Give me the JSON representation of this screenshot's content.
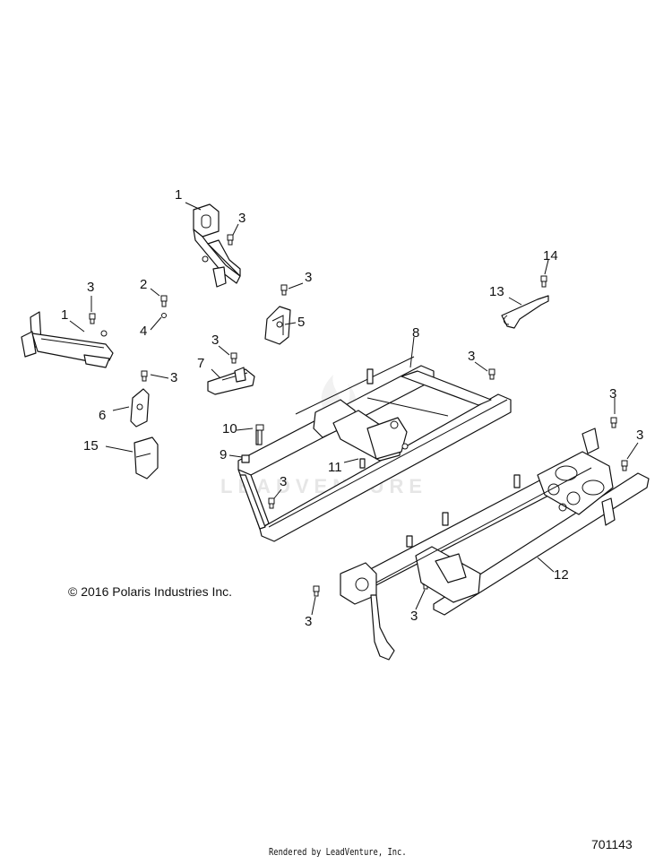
{
  "callouts": [
    {
      "id": "c1a",
      "text": "1"
    },
    {
      "id": "c3a",
      "text": "3"
    },
    {
      "id": "c3b",
      "text": "3"
    },
    {
      "id": "c2",
      "text": "2"
    },
    {
      "id": "c1b",
      "text": "1"
    },
    {
      "id": "c4",
      "text": "4"
    },
    {
      "id": "c3c",
      "text": "3"
    },
    {
      "id": "c5",
      "text": "5"
    },
    {
      "id": "c14",
      "text": "14"
    },
    {
      "id": "c13",
      "text": "13"
    },
    {
      "id": "c3d",
      "text": "3"
    },
    {
      "id": "c7",
      "text": "7"
    },
    {
      "id": "c3e",
      "text": "3"
    },
    {
      "id": "c8",
      "text": "8"
    },
    {
      "id": "c3f",
      "text": "3"
    },
    {
      "id": "c6",
      "text": "6"
    },
    {
      "id": "c3g",
      "text": "3"
    },
    {
      "id": "c3h",
      "text": "3"
    },
    {
      "id": "c10",
      "text": "10"
    },
    {
      "id": "c15",
      "text": "15"
    },
    {
      "id": "c9",
      "text": "9"
    },
    {
      "id": "c11",
      "text": "11"
    },
    {
      "id": "c3i",
      "text": "3"
    },
    {
      "id": "c12",
      "text": "12"
    },
    {
      "id": "c3j",
      "text": "3"
    },
    {
      "id": "c3k",
      "text": "3"
    }
  ],
  "copyright": "© 2016  Polaris Industries Inc.",
  "footer": "Rendered by LeadVenture, Inc.",
  "diagram_id": "701143",
  "watermark": "LEADVENTURE"
}
